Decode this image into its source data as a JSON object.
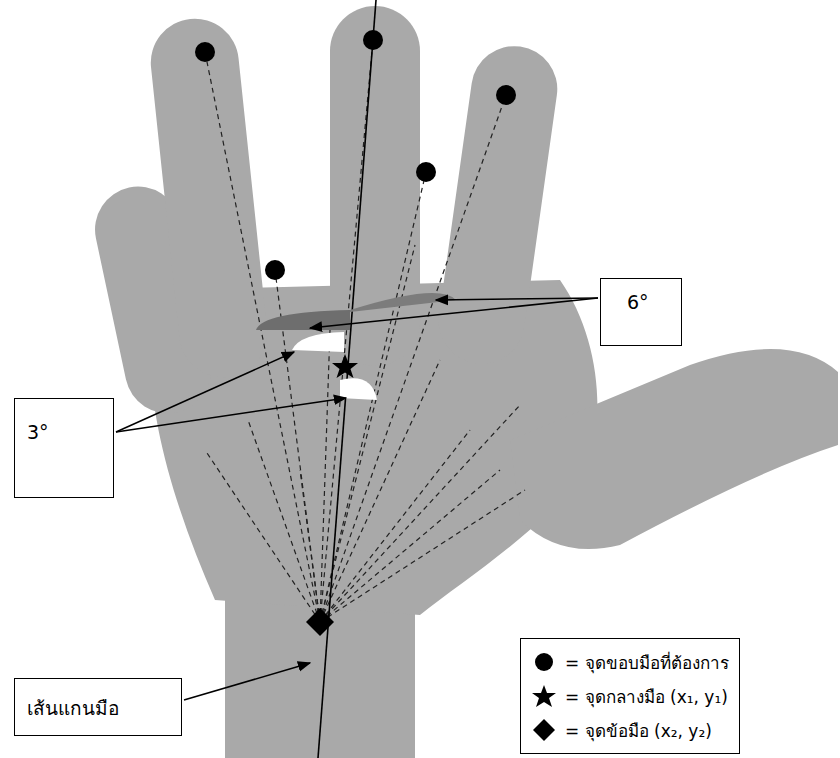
{
  "diagram": {
    "nodes": [
      {
        "text": [
          "6°"
        ]
      },
      {
        "text": [
          "3°"
        ]
      },
      {
        "text": [
          "เส้นแกนมือ"
        ]
      }
    ],
    "legend": [
      {
        "text": "= จุดขอบมือที่ต้องการ"
      },
      {
        "text": "= จุดกลางมือ (x₁, y₁)"
      },
      {
        "text": "= จุดข้อมือ (x₂, y₂)"
      }
    ]
  }
}
